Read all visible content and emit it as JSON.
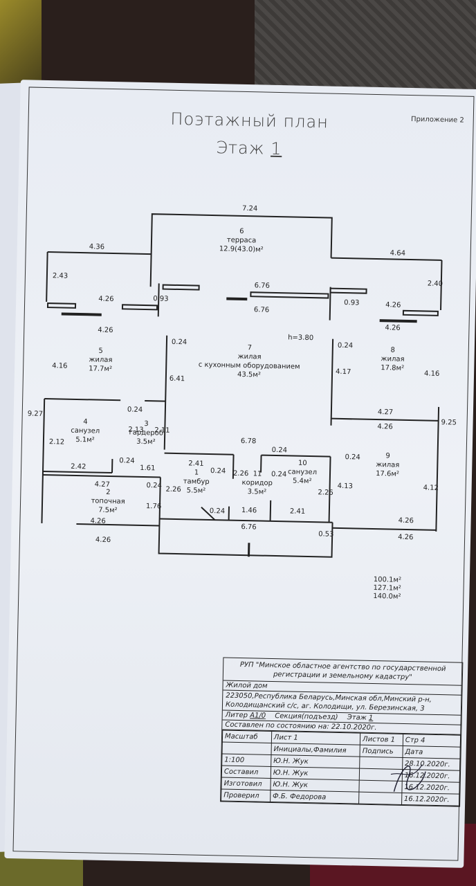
{
  "header": {
    "title": "Поэтажный план",
    "floor_label": "Этаж",
    "floor_value": "1",
    "appendix": "Приложение 2"
  },
  "plan": {
    "dims": {
      "top": "7.24",
      "left_top": "4.36",
      "right_top": "4.64",
      "left_side": "2.43",
      "right_side": "2.40",
      "terrace_window": "6.76",
      "terrace_window2": "6.76",
      "win_l_a": "4.26",
      "win_l_b": "4.26",
      "win_r_a": "4.26",
      "win_r_b": "4.26",
      "d093a": "0.93",
      "d093b": "0.93",
      "h": "h=3.80",
      "d024a": "0.24",
      "d024b": "0.24",
      "d641": "6.41",
      "d417": "4.17",
      "d416l": "4.16",
      "d416r": "4.16",
      "d927": "9.27",
      "d925": "9.25",
      "d427r": "4.27",
      "d426r": "4.26",
      "d024c": "0.24",
      "d213": "2.13",
      "d211": "2.11",
      "d212": "2.12",
      "d242": "2.42",
      "d024d": "0.24",
      "d161": "1.61",
      "d678": "6.78",
      "d024e": "0.24",
      "d024f": "0.24",
      "d241a": "2.41",
      "d024g": "0.24",
      "d226a": "2.26",
      "d024h": "0.24",
      "d226b": "2.26",
      "d413": "4.13",
      "d412": "4.12",
      "d427l": "4.27",
      "d024i": "0.24",
      "d226c": "2.26",
      "d176": "1.76",
      "d024j": "0.24",
      "d146": "1.46",
      "d241b": "2.41",
      "d426a": "4.26",
      "d426b": "4.26",
      "d676b": "6.76",
      "d053": "0.53",
      "d426c": "4.26",
      "d426d": "4.26"
    },
    "rooms": [
      {
        "num": "6",
        "name": "терраса",
        "area": "12.9(43.0)м²"
      },
      {
        "num": "7",
        "name": "жилая",
        "name2": "с кухонным оборудованием",
        "area": "43.5м²"
      },
      {
        "num": "5",
        "name": "жилая",
        "area": "17.7м²"
      },
      {
        "num": "8",
        "name": "жилая",
        "area": "17.8м²"
      },
      {
        "num": "4",
        "name": "санузел",
        "area": "5.1м²"
      },
      {
        "num": "3",
        "name": "гардероб",
        "area": "3.5м²"
      },
      {
        "num": "9",
        "name": "жилая",
        "area": "17.6м²"
      },
      {
        "num": "10",
        "name": "санузел",
        "area": "5.4м²"
      },
      {
        "num": "1",
        "name": "тамбур",
        "area": "5.5м²"
      },
      {
        "num": "11",
        "name": "коридор",
        "area": "3.5м²"
      },
      {
        "num": "2",
        "name": "топочная",
        "area": "7.5м²"
      }
    ]
  },
  "totals": [
    "100.1м²",
    "127.1м²",
    "140.0м²"
  ],
  "stamp": {
    "org": "РУП \"Минское областное агентство по государственной регистрации и земельному кадастру\"",
    "object": "Жилой дом",
    "address": "223050,Республика Беларусь,Минская обл,Минский р-н, Колодищанский с/с, аг. Колодищи, ул. Березинская, 3",
    "liter_label": "Литер",
    "liter_value": "А1/0",
    "section_label": "Секция(подъезд)",
    "floor_label": "Этаж",
    "floor_value": "1",
    "state": "Составлен по состоянию на: 22.10.2020г.",
    "headers": [
      "Масштаб",
      "Лист 1",
      "Листов 1",
      "Стр 4"
    ],
    "subheaders": [
      "",
      "Инициалы,Фамилия",
      "Подпись",
      "Дата"
    ],
    "rows": [
      [
        "1:100",
        "Ю.Н. Жук",
        "",
        "28.10.2020г."
      ],
      [
        "Составил",
        "Ю.Н. Жук",
        "",
        "16.12.2020г."
      ],
      [
        "Изготовил",
        "Ю.Н. Жук",
        "",
        "16.12.2020г."
      ],
      [
        "Проверил",
        "Ф.Б. Федорова",
        "",
        "16.12.2020г."
      ]
    ]
  }
}
